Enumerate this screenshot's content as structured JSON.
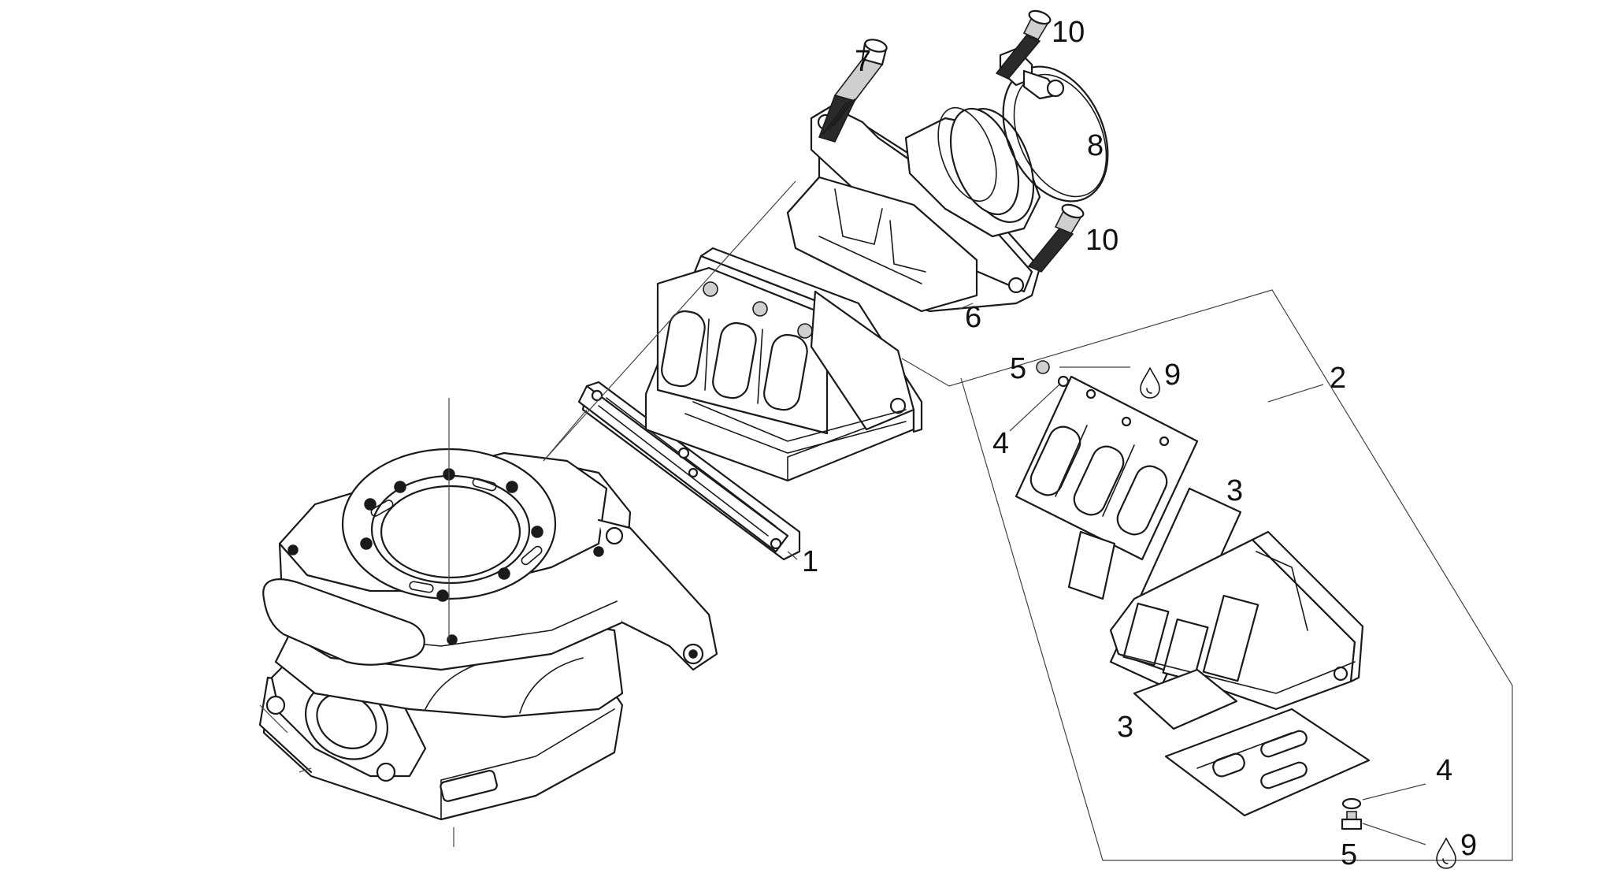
{
  "labels": {
    "gasket": "1",
    "reed_valve_kit": "2",
    "reed_petal_top": "3",
    "reed_petal_bottom": "3",
    "washer_top": "4",
    "washer_bottom": "4",
    "screw_top": "5",
    "screw_bottom": "5",
    "intake_manifold": "6",
    "stud_bolt": "7",
    "hose_clamp": "8",
    "loctite_top": "9",
    "loctite_bottom": "9",
    "clamp_screw_top": "10",
    "clamp_screw_bottom": "10"
  },
  "colors": {
    "line": "#1a1a1a",
    "background": "#ffffff"
  },
  "icons": {
    "threadlocker": "threadlocker-drop-icon"
  }
}
